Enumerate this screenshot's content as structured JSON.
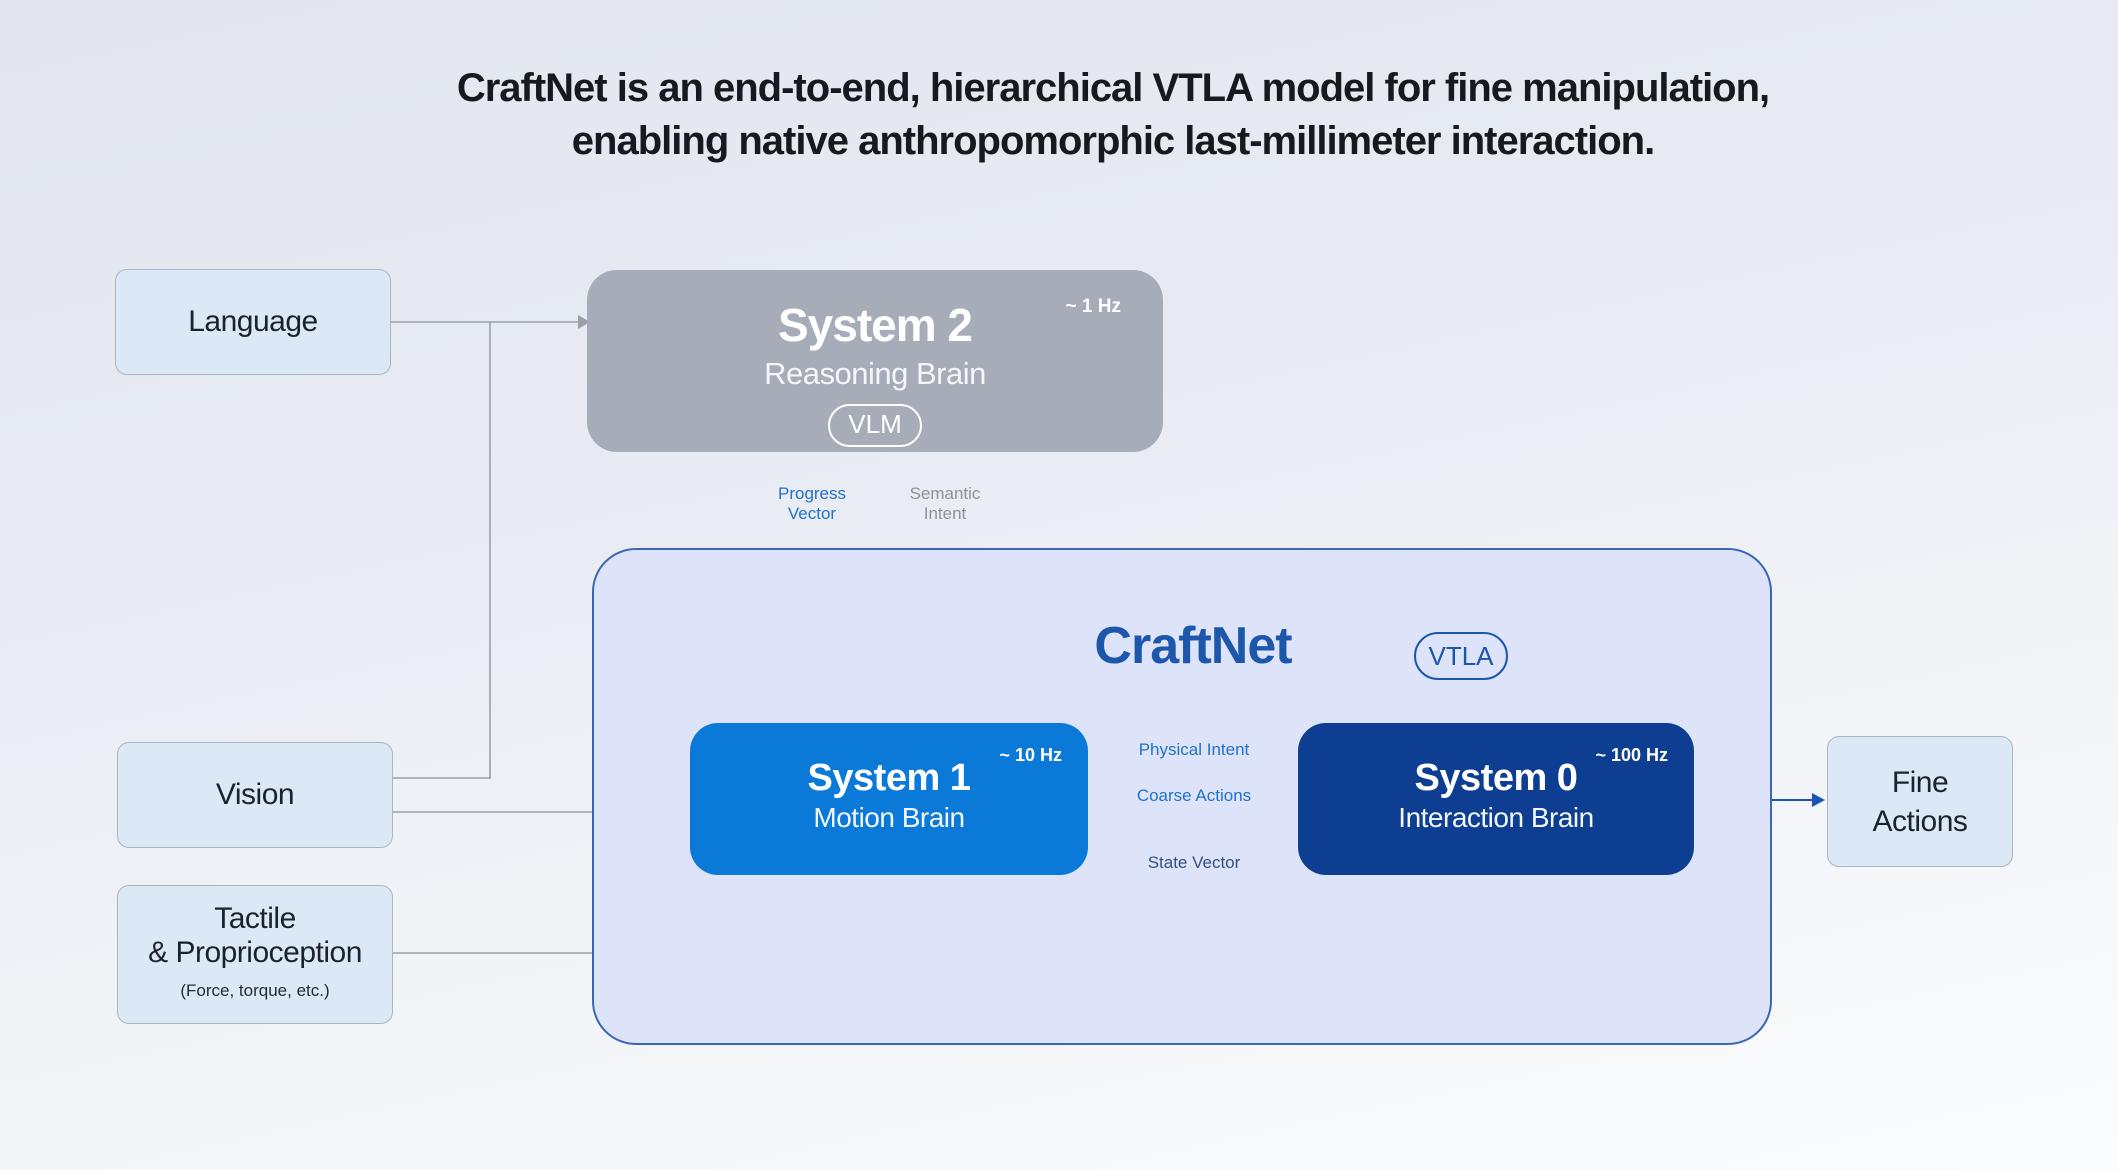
{
  "header": {
    "line1": "CraftNet is an end-to-end, hierarchical VTLA model for fine manipulation,",
    "line2": "enabling native anthropomorphic last-millimeter interaction."
  },
  "inputs": {
    "language": "Language",
    "vision": "Vision",
    "tactile_line1": "Tactile",
    "tactile_line2": "& Proprioception",
    "tactile_sub": "(Force, torque, etc.)"
  },
  "system2": {
    "title": "System 2",
    "subtitle": "Reasoning Brain",
    "badge": "VLM",
    "rate": "~ 1 Hz"
  },
  "craftnet": {
    "title": "CraftNet",
    "badge": "VTLA"
  },
  "system1": {
    "title": "System 1",
    "subtitle": "Motion Brain",
    "rate": "~ 10 Hz"
  },
  "system0": {
    "title": "System 0",
    "subtitle": "Interaction Brain",
    "rate": "~ 100 Hz"
  },
  "output": {
    "line1": "Fine",
    "line2": "Actions"
  },
  "edge_labels": {
    "progress_l1": "Progress",
    "progress_l2": "Vector",
    "semantic_l1": "Semantic",
    "semantic_l2": "Intent",
    "physical_intent": "Physical Intent",
    "coarse_actions": "Coarse Actions",
    "state_vector": "State Vector"
  },
  "colors": {
    "system1_fill": "#0b79d8",
    "system0_fill": "#0d3e92",
    "system2_fill": "#a6adb9",
    "container_fill": "#dde3f8",
    "container_border": "#3a67b4",
    "io_box_fill": "#dbe8f6",
    "craftnet_text": "#1c57ab",
    "edge_blue": "#2372c8",
    "edge_navy": "#1e4b9e",
    "edge_gray": "#9aa0a9"
  }
}
